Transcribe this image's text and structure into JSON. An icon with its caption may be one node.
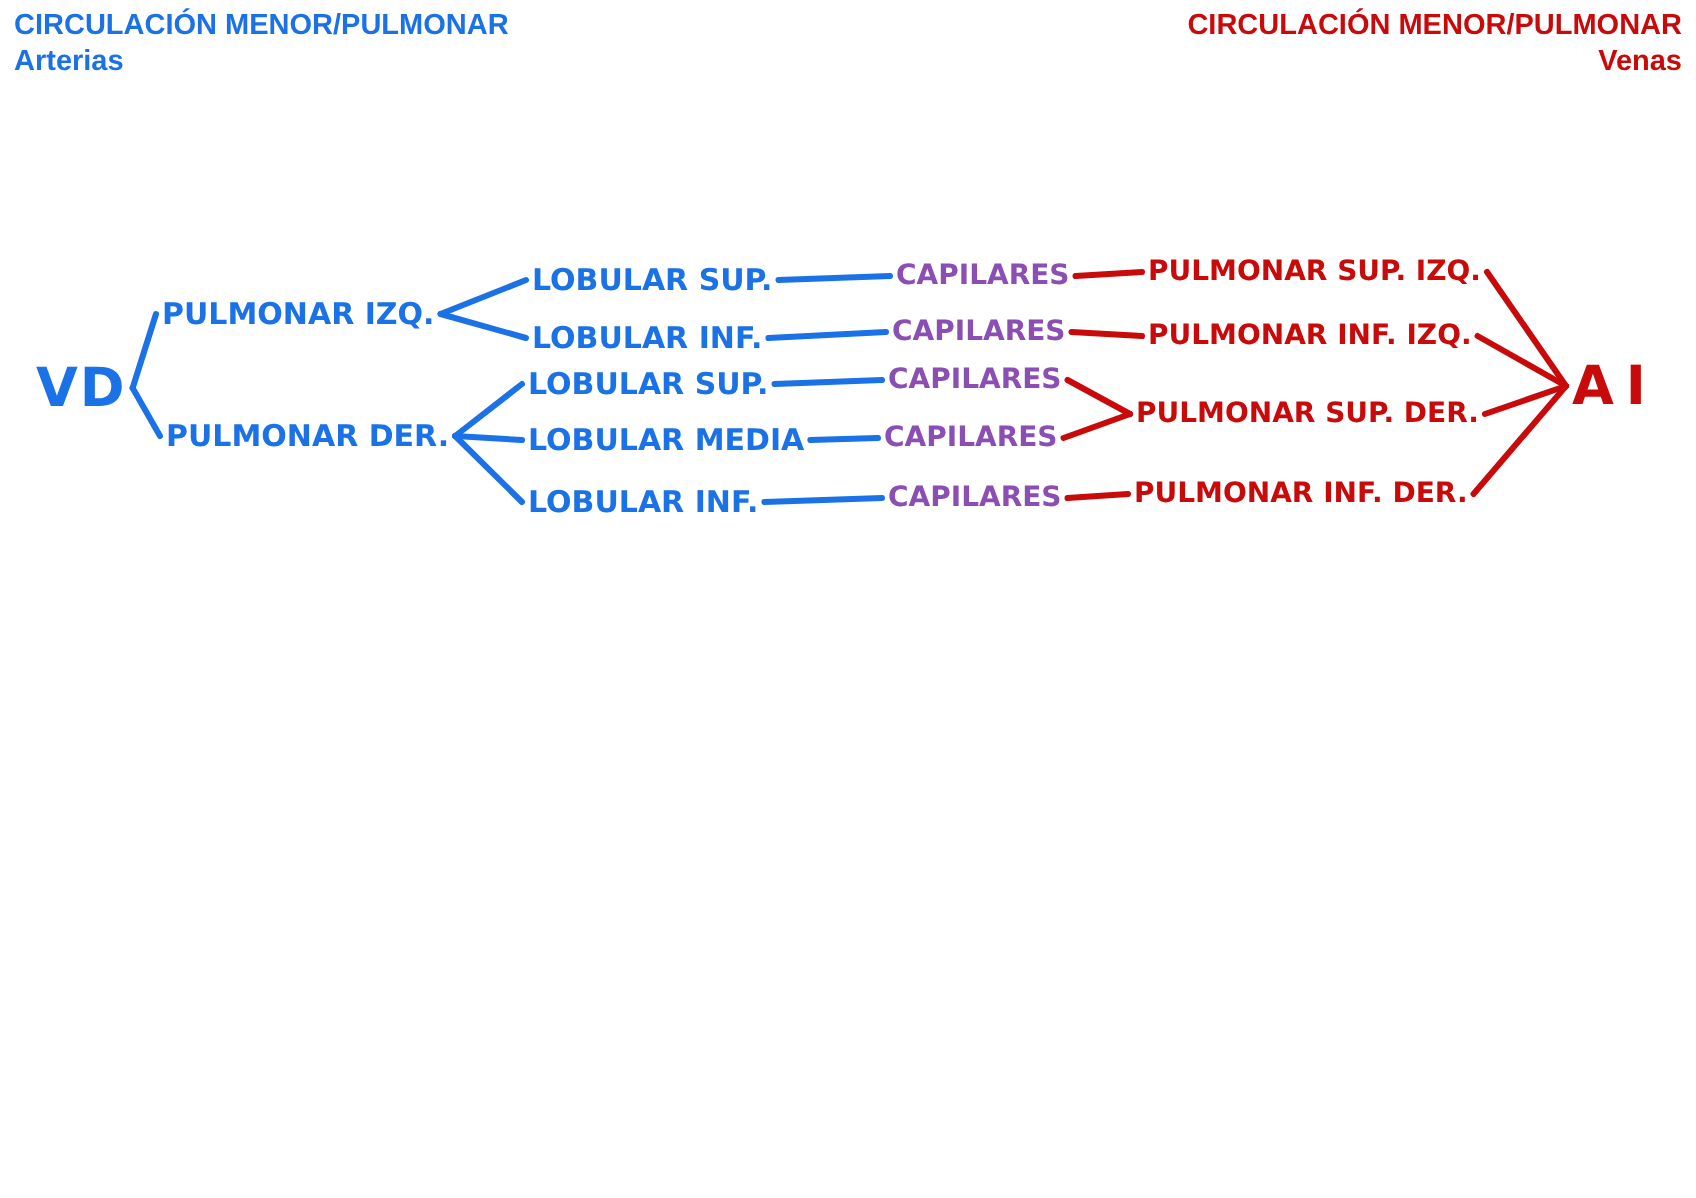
{
  "diagram": {
    "nodes": [
      {
        "text": [
          "VD"
        ]
      },
      {
        "text": [
          "PULMONAR IZQ."
        ]
      },
      {
        "text": [
          "PULMONAR DER."
        ]
      },
      {
        "text": [
          "LOBULAR SUP."
        ]
      },
      {
        "text": [
          "LOBULAR INF."
        ]
      },
      {
        "text": [
          "LOBULAR SUP."
        ]
      },
      {
        "text": [
          "LOBULAR MEDIA"
        ]
      },
      {
        "text": [
          "LOBULAR INF."
        ]
      },
      {
        "text": [
          "CAPILARES"
        ]
      },
      {
        "text": [
          "CAPILARES"
        ]
      },
      {
        "text": [
          "CAPILARES"
        ]
      },
      {
        "text": [
          "CAPILARES"
        ]
      },
      {
        "text": [
          "CAPILARES"
        ]
      },
      {
        "text": [
          "PULMONAR SUP. IZQ."
        ]
      },
      {
        "text": [
          "PULMONAR INF. IZQ."
        ]
      },
      {
        "text": [
          "PULMONAR SUP. DER."
        ]
      },
      {
        "text": [
          "PULMONAR INF. DER."
        ]
      },
      {
        "text": [
          "AI"
        ]
      }
    ],
    "edges": [
      {
        "from": 0,
        "to": 1,
        "arrow": "none"
      },
      {
        "from": 0,
        "to": 2,
        "arrow": "none"
      },
      {
        "from": 1,
        "to": 3,
        "arrow": "none"
      },
      {
        "from": 1,
        "to": 4,
        "arrow": "none"
      },
      {
        "from": 2,
        "to": 5,
        "arrow": "none"
      },
      {
        "from": 2,
        "to": 6,
        "arrow": "none"
      },
      {
        "from": 2,
        "to": 7,
        "arrow": "none"
      },
      {
        "from": 3,
        "to": 8,
        "arrow": "none"
      },
      {
        "from": 4,
        "to": 9,
        "arrow": "none"
      },
      {
        "from": 5,
        "to": 10,
        "arrow": "none"
      },
      {
        "from": 6,
        "to": 11,
        "arrow": "none"
      },
      {
        "from": 7,
        "to": 12,
        "arrow": "none"
      },
      {
        "from": 8,
        "to": 13,
        "arrow": "none",
        "color": "#c80a0a"
      },
      {
        "from": 9,
        "to": 14,
        "arrow": "none",
        "color": "#c80a0a"
      },
      {
        "from": 10,
        "to": 15,
        "arrow": "none",
        "color": "#c80a0a"
      },
      {
        "from": 11,
        "to": 15,
        "arrow": "none",
        "color": "#c80a0a"
      },
      {
        "from": 12,
        "to": 16,
        "arrow": "none",
        "color": "#c80a0a"
      },
      {
        "from": 13,
        "to": 17,
        "arrow": "none",
        "color": "#c80a0a"
      },
      {
        "from": 14,
        "to": 17,
        "arrow": "none",
        "color": "#c80a0a"
      },
      {
        "from": 15,
        "to": 17,
        "arrow": "none",
        "color": "#c80a0a"
      },
      {
        "from": 16,
        "to": 17,
        "arrow": "none",
        "color": "#c80a0a"
      }
    ],
    "labels": [
      "CIRCULACIÓN MENOR/PULMONAR",
      "Arterias",
      "CIRCULACIÓN MENOR/PULMONAR",
      "Venas"
    ]
  }
}
